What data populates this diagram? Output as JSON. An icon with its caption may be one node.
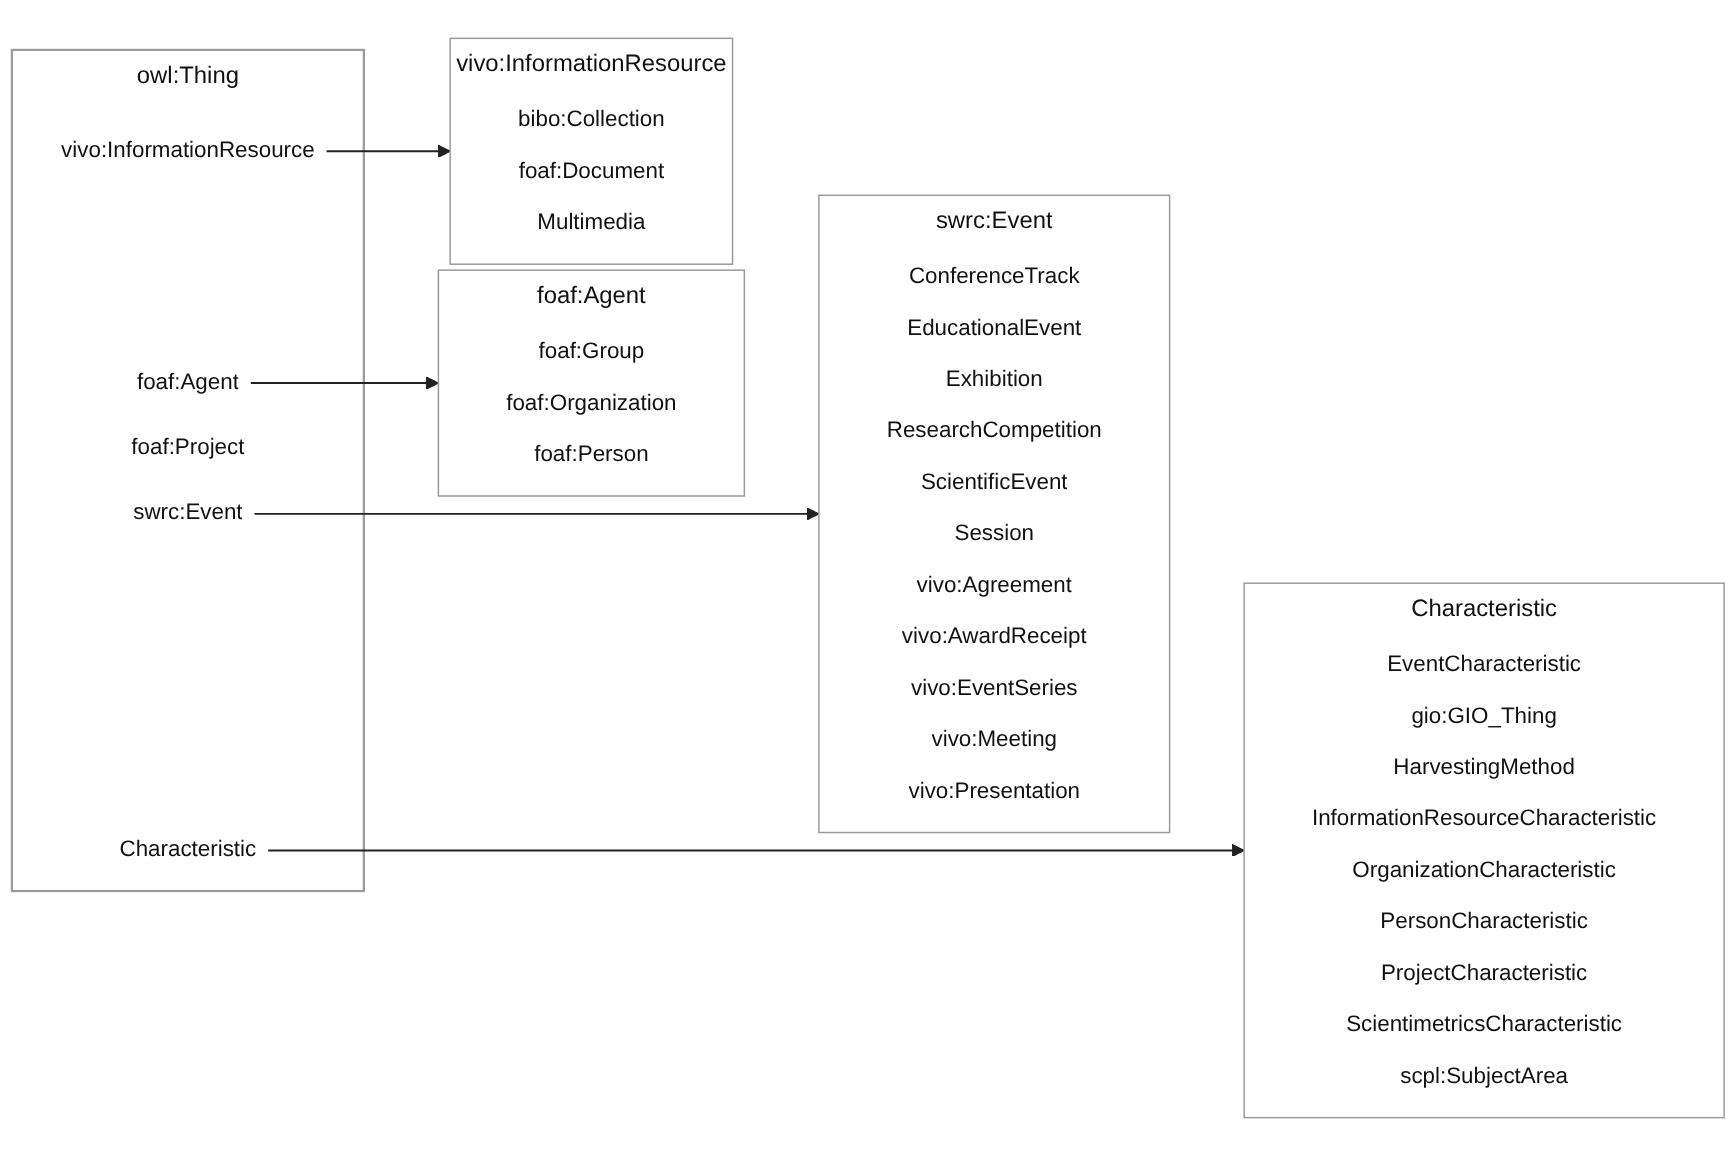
{
  "diagram": {
    "nodes": [
      {
        "text": [
          "owl:Thing"
        ]
      },
      {
        "text": [
          "Characteristic"
        ],
        "in": 0
      },
      {
        "text": [
          "foaf:Agent"
        ],
        "in": 0
      },
      {
        "text": [
          "foaf:Project"
        ],
        "in": 0
      },
      {
        "text": [
          "swrc:Event"
        ],
        "in": 0
      },
      {
        "text": [
          "vivo:InformationResource"
        ],
        "in": 0
      },
      {
        "text": [
          "Characteristic"
        ]
      },
      {
        "text": [
          "EventCharacteristic"
        ],
        "in": 6
      },
      {
        "text": [
          "gio:GIO_Thing"
        ],
        "in": 6
      },
      {
        "text": [
          "HarvestingMethod"
        ],
        "in": 6
      },
      {
        "text": [
          "InformationResourceCharacteristic"
        ],
        "in": 6
      },
      {
        "text": [
          "OrganizationCharacteristic"
        ],
        "in": 6
      },
      {
        "text": [
          "PersonCharacteristic"
        ],
        "in": 6
      },
      {
        "text": [
          "ProjectCharacteristic"
        ],
        "in": 6
      },
      {
        "text": [
          "ScientimetricsCharacteristic"
        ],
        "in": 6
      },
      {
        "text": [
          "scpl:SubjectArea"
        ],
        "in": 6
      },
      {
        "text": [
          "foaf:Agent"
        ]
      },
      {
        "text": [
          "foaf:Group"
        ],
        "in": 16
      },
      {
        "text": [
          "foaf:Organization"
        ],
        "in": 16
      },
      {
        "text": [
          "foaf:Person"
        ],
        "in": 16
      },
      {
        "text": [
          "swrc:Event"
        ]
      },
      {
        "text": [
          "ConferenceTrack"
        ],
        "in": 20
      },
      {
        "text": [
          "EducationalEvent"
        ],
        "in": 20
      },
      {
        "text": [
          "Exhibition"
        ],
        "in": 20
      },
      {
        "text": [
          "ResearchCompetition"
        ],
        "in": 20
      },
      {
        "text": [
          "ScientificEvent"
        ],
        "in": 20
      },
      {
        "text": [
          "Session"
        ],
        "in": 20
      },
      {
        "text": [
          "vivo:Agreement"
        ],
        "in": 20
      },
      {
        "text": [
          "vivo:AwardReceipt"
        ],
        "in": 20
      },
      {
        "text": [
          "vivo:EventSeries"
        ],
        "in": 20
      },
      {
        "text": [
          "vivo:Meeting"
        ],
        "in": 20
      },
      {
        "text": [
          "vivo:Presentation"
        ],
        "in": 20
      },
      {
        "text": [
          "vivo:InformationResource"
        ]
      },
      {
        "text": [
          "bibo:Collection"
        ],
        "in": 32
      },
      {
        "text": [
          "foaf:Document"
        ],
        "in": 32
      },
      {
        "text": [
          "Multimedia"
        ],
        "in": 32
      }
    ],
    "edges": [
      {
        "from": 1,
        "to": 6,
        "arrow": "to"
      },
      {
        "from": 2,
        "to": 16,
        "arrow": "to"
      },
      {
        "from": 4,
        "to": 20,
        "arrow": "to"
      },
      {
        "from": 5,
        "to": 32,
        "arrow": "to"
      }
    ]
  }
}
